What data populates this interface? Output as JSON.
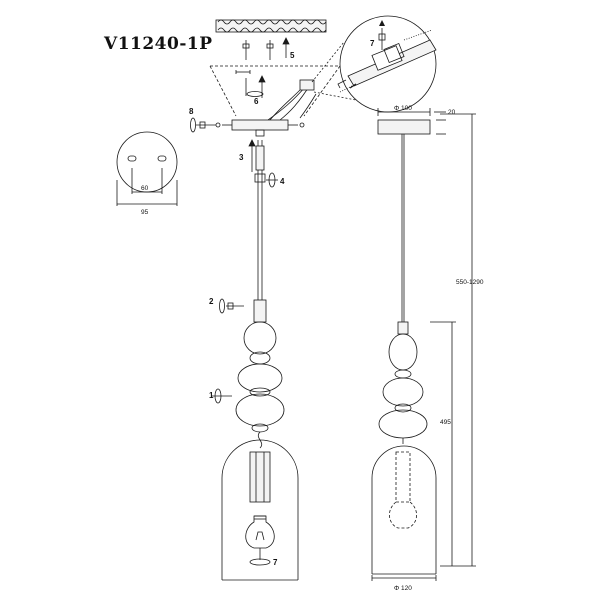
{
  "model_code": "V11240-1P",
  "install_steps": {
    "s1": "1",
    "s2": "2",
    "s3": "3",
    "s4": "4",
    "s5": "5",
    "s6": "6",
    "s7": "7",
    "s8": "8",
    "s7_detail": "7",
    "s7_bulb": "7"
  },
  "dimensions": {
    "plate_hole_spacing": "60",
    "plate_diameter": "95",
    "canopy_diameter": "Φ 100",
    "canopy_height": "20",
    "total_height": "550-1290",
    "body_height": "495",
    "shade_diameter": "Φ 120"
  },
  "colors": {
    "line": "#1a1a1a",
    "fill_light": "#f4f4f4"
  },
  "icons": [
    "rotate-arrow-icon",
    "up-arrow-icon",
    "screw-icon"
  ]
}
